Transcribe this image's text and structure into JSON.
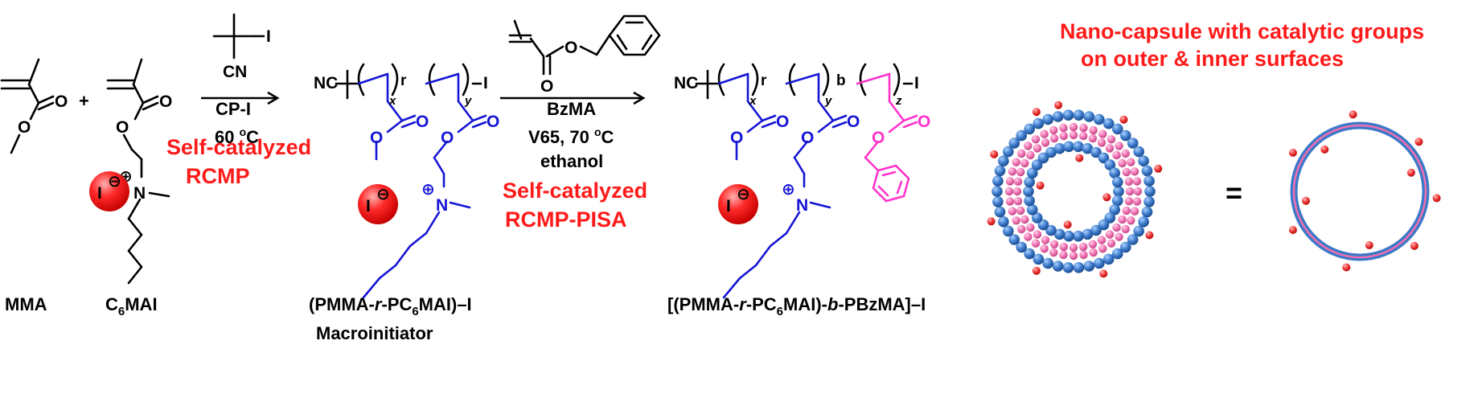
{
  "colors": {
    "black": "#000000",
    "red": "#ff1a1a",
    "blue": "#1515d6",
    "magenta": "#ff33cc",
    "bead_blue": "#3a78c8",
    "bead_pink": "#f070b0",
    "bead_red": "#ee3030"
  },
  "compounds": {
    "mma": {
      "label": "MMA"
    },
    "c6mai": {
      "label_pre": "C",
      "label_sub": "6",
      "label_post": "MAI"
    }
  },
  "atoms": {
    "plus": "+",
    "O": "O",
    "N": "N",
    "I": "I",
    "iodide": "I",
    "NC": "NC",
    "CN": "CN",
    "positive": "⊕",
    "negative": "⊖"
  },
  "step1": {
    "reagent": "CP-I",
    "temperature_pre": "60 ",
    "temperature_sup": "o",
    "temperature_post": "C",
    "title_line1": "Self-catalyzed",
    "title_line2": "RCMP"
  },
  "macroinitiator": {
    "link": "r",
    "sub_x": "x",
    "sub_y": "y",
    "name_parts": [
      "(PMMA-",
      "r",
      "-PC",
      "6",
      "MAI)–I"
    ],
    "role": "Macroinitiator"
  },
  "step2": {
    "reagent": "BzMA",
    "conditions": "V65, 70 ",
    "conditions_sup": "o",
    "conditions_post": "C",
    "solvent": "ethanol",
    "title_line1": "Self-catalyzed",
    "title_line2": "RCMP-PISA"
  },
  "block_copolymer": {
    "link_r": "r",
    "link_b": "b",
    "sub_x": "x",
    "sub_y": "y",
    "sub_z": "z",
    "name_parts": [
      "[(PMMA-",
      "r",
      "-PC",
      "6",
      "MAI)-",
      "b",
      "-PBzMA]–I"
    ]
  },
  "nanocapsule": {
    "title_line1": "Nano-capsule with catalytic groups",
    "title_line2": "on outer & inner surfaces",
    "equals": "="
  }
}
